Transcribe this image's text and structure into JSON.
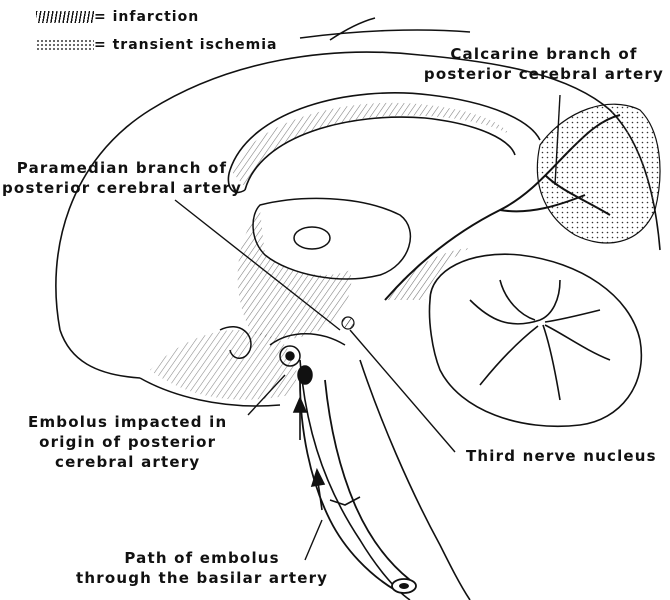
{
  "legend": {
    "infarction": "= infarction",
    "ischemia": "= transient ischemia"
  },
  "labels": {
    "calcarine": [
      "Calcarine branch of",
      "posterior cerebral artery"
    ],
    "paramedian": [
      "Paramedian branch of",
      "posterior cerebral artery"
    ],
    "embolus_impacted": [
      "Embolus impacted in",
      "origin of posterior",
      "cerebral artery"
    ],
    "third_nerve": "Third nerve nucleus",
    "path": [
      "Path of embolus",
      "through the basilar artery"
    ]
  },
  "colors": {
    "ink": "#111111",
    "paper": "#ffffff"
  }
}
